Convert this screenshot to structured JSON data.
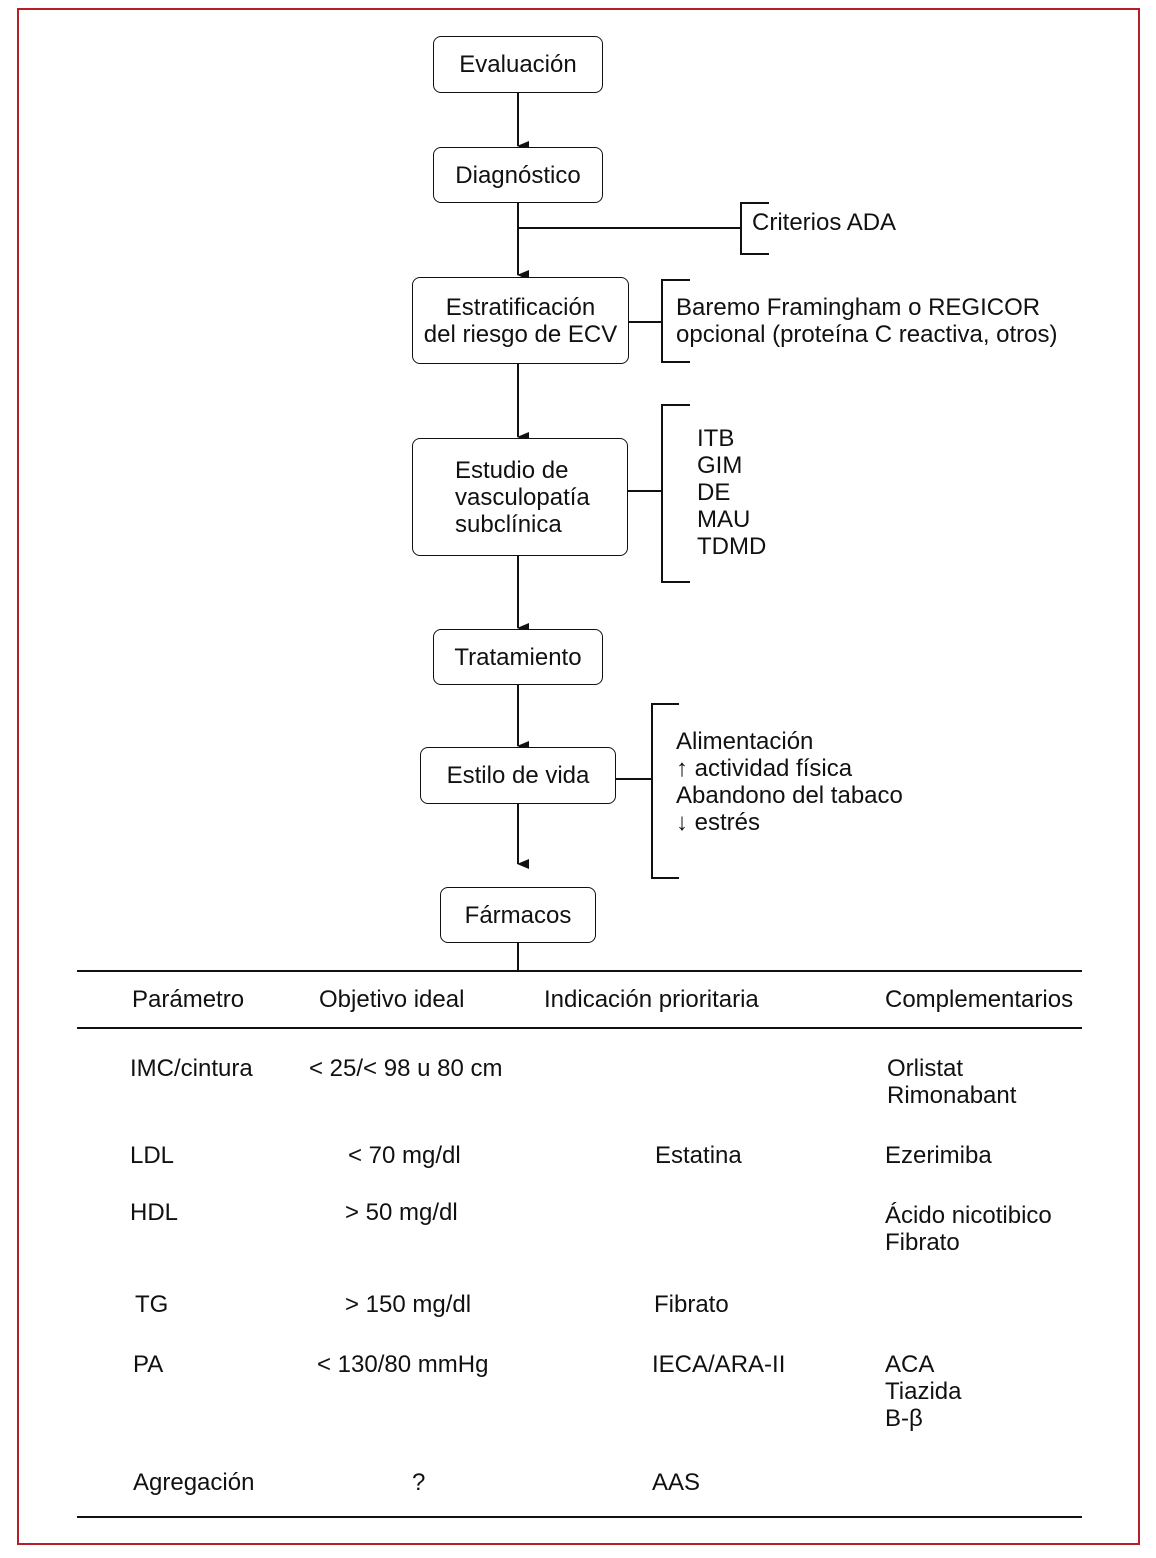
{
  "flow": {
    "evaluacion": "Evaluación",
    "diagnostico": "Diagnóstico",
    "estratificacion": [
      "Estratificación",
      "del riesgo de ECV"
    ],
    "estudio": [
      "Estudio de",
      "vasculopatía",
      "subclínica"
    ],
    "tratamiento": "Tratamiento",
    "estilo": "Estilo de vida",
    "farmacos": "Fármacos"
  },
  "notes": {
    "criterios": "Criterios ADA",
    "baremo": [
      "Baremo Framingham o REGICOR",
      "opcional (proteína C reactiva, otros)"
    ],
    "subclinica": [
      "ITB",
      "GIM",
      "DE",
      "MAU",
      "TDMD"
    ],
    "estilo": [
      "Alimentación",
      "↑ actividad física",
      "Abandono del tabaco",
      "↓ estrés"
    ]
  },
  "table": {
    "headers": [
      "Parámetro",
      "Objetivo ideal",
      "Indicación prioritaria",
      "Complementarios"
    ],
    "rows": [
      {
        "param": "IMC/cintura",
        "objetivo": "< 25/< 98 u 80 cm",
        "indicacion": "",
        "complementarios": [
          "Orlistat",
          "Rimonabant"
        ]
      },
      {
        "param": "LDL",
        "objetivo": "< 70 mg/dl",
        "indicacion": "Estatina",
        "complementarios": [
          "Ezerimiba"
        ]
      },
      {
        "param": "HDL",
        "objetivo": "> 50 mg/dl",
        "indicacion": "",
        "complementarios": [
          "Ácido nicotibico",
          "Fibrato"
        ]
      },
      {
        "param": "TG",
        "objetivo": "> 150 mg/dl",
        "indicacion": "Fibrato",
        "complementarios": []
      },
      {
        "param": "PA",
        "objetivo": "< 130/80 mmHg",
        "indicacion": "IECA/ARA-II",
        "complementarios": [
          "ACA",
          "Tiazida",
          "B-β"
        ]
      },
      {
        "param": "Agregación",
        "objetivo": "?",
        "indicacion": "AAS",
        "complementarios": []
      }
    ]
  },
  "colors": {
    "frame": "#b3202a",
    "ink": "#111111"
  }
}
